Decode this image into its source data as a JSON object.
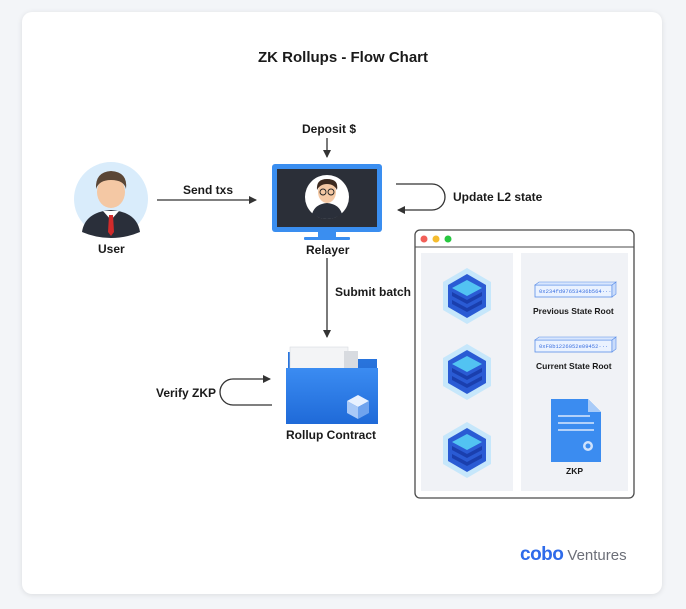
{
  "title": "ZK Rollups - Flow Chart",
  "labels": {
    "deposit": "Deposit $",
    "send_txs": "Send txs",
    "update_l2": "Update L2 state",
    "user": "User",
    "relayer": "Relayer",
    "submit_batch": "Submit batch",
    "verify_zkp": "Verify ZKP",
    "rollup_contract": "Rollup Contract",
    "previous_state_root": "Previous State Root",
    "current_state_root": "Current State Root",
    "zkp": "ZKP"
  },
  "hashes": {
    "previous": "0x234fd97653436b564···",
    "current": "0xF8b1226052e09452···"
  },
  "brand": {
    "mark": "cobo",
    "name": "Ventures"
  },
  "colors": {
    "accent_blue": "#2f7fe6",
    "window_dots": [
      "#f25f58",
      "#f5bc2e",
      "#27c840"
    ]
  },
  "icons": [
    "user-avatar-icon",
    "relayer-monitor-icon",
    "folder-icon",
    "block-cube-icon",
    "document-icon"
  ]
}
